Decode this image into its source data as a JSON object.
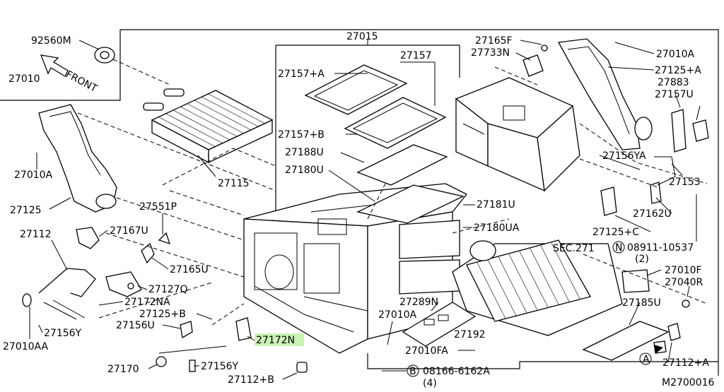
{
  "diagram": {
    "code": "M2700016",
    "direction_label": "FRONT",
    "parts": [
      {
        "label": "92560M"
      },
      {
        "label": "27010"
      },
      {
        "label": "27015"
      },
      {
        "label": "27157+A"
      },
      {
        "label": "27157"
      },
      {
        "label": "27157+B"
      },
      {
        "label": "27188U"
      },
      {
        "label": "27180U"
      },
      {
        "label": "27181U"
      },
      {
        "label": "27180UA"
      },
      {
        "label": "27289N"
      },
      {
        "label": "27010A"
      },
      {
        "label": "27192"
      },
      {
        "label": "27010FA"
      },
      {
        "label": "08166-6162A",
        "prefix": "B",
        "qty": "(4)"
      },
      {
        "label": "27115"
      },
      {
        "label": "27010A"
      },
      {
        "label": "27125"
      },
      {
        "label": "27551P"
      },
      {
        "label": "27112"
      },
      {
        "label": "27167U"
      },
      {
        "label": "27165U"
      },
      {
        "label": "27127Q"
      },
      {
        "label": "27172NA"
      },
      {
        "label": "27125+B"
      },
      {
        "label": "27156U"
      },
      {
        "label": "27172N",
        "highlight": true
      },
      {
        "label": "27156Y"
      },
      {
        "label": "27010AA"
      },
      {
        "label": "27170"
      },
      {
        "label": "27156Y"
      },
      {
        "label": "27112+B"
      },
      {
        "label": "27165F"
      },
      {
        "label": "27733N"
      },
      {
        "label": "27010A"
      },
      {
        "label": "27125+A"
      },
      {
        "label": "27883"
      },
      {
        "label": "27157U"
      },
      {
        "label": "27156YA"
      },
      {
        "label": "27153"
      },
      {
        "label": "27162U"
      },
      {
        "label": "27125+C"
      },
      {
        "label": "SEC.271"
      },
      {
        "label": "08911-10537",
        "prefix": "N",
        "qty": "(2)"
      },
      {
        "label": "27010F"
      },
      {
        "label": "27040R"
      },
      {
        "label": "27185U"
      },
      {
        "label": "27112+A"
      },
      {
        "label": "A"
      }
    ]
  }
}
